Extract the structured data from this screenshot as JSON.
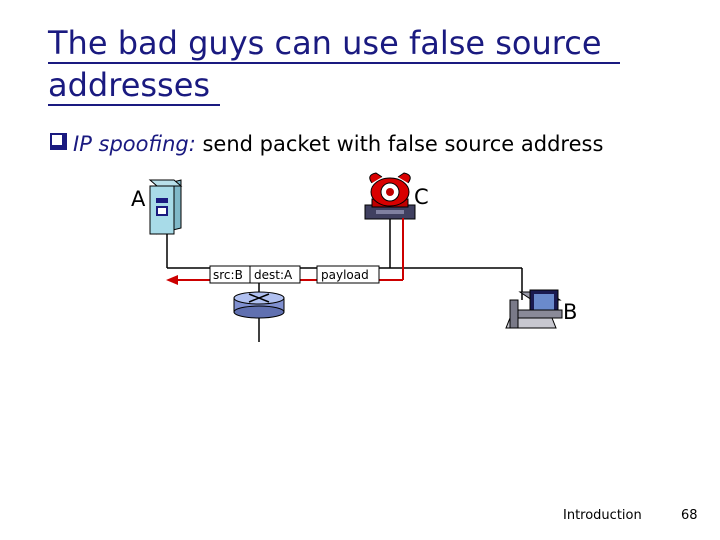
{
  "slide": {
    "title_lines": [
      "The bad guys can use false source",
      "addresses"
    ],
    "bullet": {
      "term": "IP spoofing:",
      "text": "send packet with false source address"
    },
    "nodes": {
      "a": "A",
      "b": "B",
      "c": "C"
    },
    "packet": {
      "src": "src:B",
      "dest": "dest:A",
      "payload": "payload"
    },
    "footer": {
      "section": "Introduction",
      "page": "68"
    },
    "colors": {
      "title": "#1a1a80",
      "spoof_path": "#cc0000"
    }
  }
}
